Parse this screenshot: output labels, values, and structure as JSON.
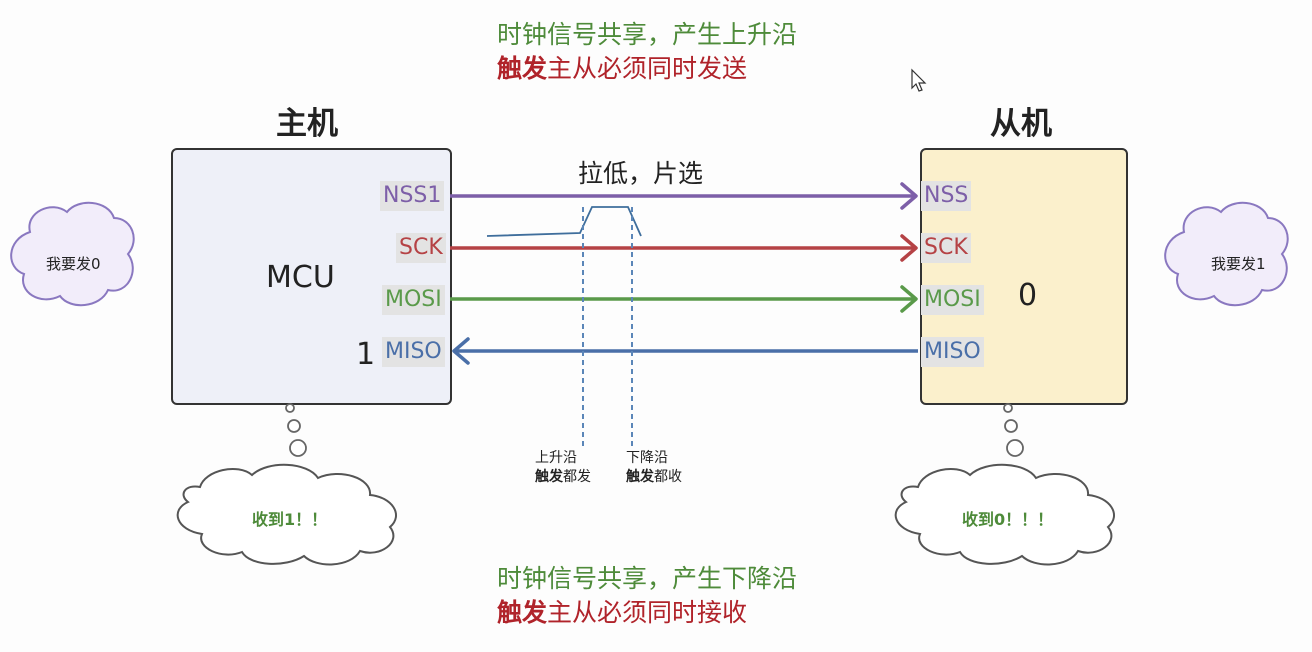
{
  "top_caption": {
    "line1": "时钟信号共享，产生上升沿",
    "line2_bold": "触发",
    "line2_rest": "主从必须同时发送"
  },
  "bottom_caption": {
    "line1": "时钟信号共享，产生下降沿",
    "line2_bold": "触发",
    "line2_rest": "主从必须同时接收"
  },
  "master": {
    "title": "主机",
    "label": "MCU",
    "bit": "1",
    "pins": [
      "NSS1",
      "SCK",
      "MOSI",
      "MISO"
    ]
  },
  "slave": {
    "title": "从机",
    "bit": "0",
    "pins": [
      "NSS",
      "SCK",
      "MOSI",
      "MISO"
    ]
  },
  "nss_note": "拉低，片选",
  "edges": {
    "rising": {
      "line1": "上升沿",
      "bold": "触发",
      "rest": "都发"
    },
    "falling": {
      "line1": "下降沿",
      "bold": "触发",
      "rest": "都收"
    }
  },
  "clouds": {
    "master_intent": "我要发0",
    "slave_intent": "我要发1",
    "master_received": "收到1！！",
    "slave_received": "收到0！！！"
  },
  "colors": {
    "nss": "#7d5fa8",
    "sck": "#b54245",
    "mosi": "#5a9a4a",
    "miso": "#4a6fa8",
    "green_text": "#4e8b3a",
    "red_text": "#b0232a"
  }
}
